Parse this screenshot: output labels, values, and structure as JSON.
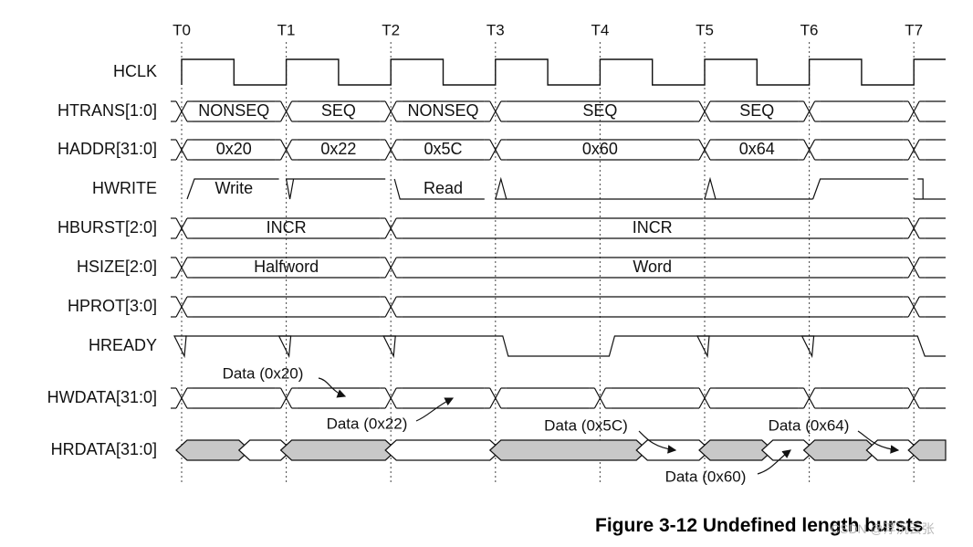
{
  "figure": {
    "caption": "Figure 3-12 Undefined length bursts",
    "watermark": "CSDN @浮沉云张"
  },
  "time_markers": [
    "T0",
    "T1",
    "T2",
    "T3",
    "T4",
    "T5",
    "T6",
    "T7"
  ],
  "signals": [
    {
      "id": "hclk",
      "name": "HCLK",
      "kind": "clock"
    },
    {
      "id": "htrans",
      "name": "HTRANS[1:0]",
      "kind": "bus",
      "transitions": [
        0,
        1,
        2,
        3,
        5,
        6,
        7
      ],
      "segments": [
        {
          "span": [
            0,
            1
          ],
          "label": "NONSEQ"
        },
        {
          "span": [
            1,
            2
          ],
          "label": "SEQ"
        },
        {
          "span": [
            2,
            3
          ],
          "label": "NONSEQ"
        },
        {
          "span": [
            3,
            5
          ],
          "label": "SEQ"
        },
        {
          "span": [
            5,
            6
          ],
          "label": "SEQ"
        },
        {
          "span": [
            6,
            7
          ],
          "label": ""
        }
      ]
    },
    {
      "id": "haddr",
      "name": "HADDR[31:0]",
      "kind": "bus",
      "transitions": [
        0,
        1,
        2,
        3,
        5,
        6,
        7
      ],
      "segments": [
        {
          "span": [
            0,
            1
          ],
          "label": "0x20"
        },
        {
          "span": [
            1,
            2
          ],
          "label": "0x22"
        },
        {
          "span": [
            2,
            3
          ],
          "label": "0x5C"
        },
        {
          "span": [
            3,
            5
          ],
          "label": "0x60"
        },
        {
          "span": [
            5,
            6
          ],
          "label": "0x64"
        },
        {
          "span": [
            6,
            7
          ],
          "label": ""
        }
      ]
    },
    {
      "id": "hwrite",
      "name": "HWRITE",
      "kind": "hwrite",
      "labels": [
        "Write",
        "Read"
      ]
    },
    {
      "id": "hburst",
      "name": "HBURST[2:0]",
      "kind": "bus",
      "transitions": [
        0,
        2,
        7
      ],
      "segments": [
        {
          "span": [
            0,
            2
          ],
          "label": "INCR"
        },
        {
          "span": [
            2,
            7
          ],
          "label": "INCR"
        }
      ]
    },
    {
      "id": "hsize",
      "name": "HSIZE[2:0]",
      "kind": "bus",
      "transitions": [
        0,
        2,
        7
      ],
      "segments": [
        {
          "span": [
            0,
            2
          ],
          "label": "Halfword"
        },
        {
          "span": [
            2,
            7
          ],
          "label": "Word"
        }
      ]
    },
    {
      "id": "hprot",
      "name": "HPROT[3:0]",
      "kind": "bus",
      "transitions": [
        0,
        2,
        7
      ],
      "segments": [
        {
          "span": [
            0,
            2
          ],
          "label": ""
        },
        {
          "span": [
            2,
            7
          ],
          "label": ""
        }
      ]
    },
    {
      "id": "hready",
      "name": "HREADY",
      "kind": "hready"
    },
    {
      "id": "hwdata",
      "name": "HWDATA[31:0]",
      "kind": "bus",
      "transitions": [
        0,
        1,
        2,
        3,
        4,
        5,
        6,
        7
      ],
      "segments": [
        {
          "span": [
            0,
            1
          ],
          "label": ""
        },
        {
          "span": [
            1,
            2
          ],
          "label": ""
        },
        {
          "span": [
            2,
            3
          ],
          "label": ""
        },
        {
          "span": [
            3,
            4
          ],
          "label": ""
        },
        {
          "span": [
            4,
            5
          ],
          "label": ""
        },
        {
          "span": [
            5,
            6
          ],
          "label": ""
        },
        {
          "span": [
            6,
            7
          ],
          "label": ""
        }
      ]
    },
    {
      "id": "hrdata",
      "name": "HRDATA[31:0]",
      "kind": "bus_data",
      "segments": [
        {
          "span": [
            0,
            0.6
          ],
          "fill": "gray"
        },
        {
          "span": [
            0.6,
            1
          ],
          "fill": "white"
        },
        {
          "span": [
            1,
            2
          ],
          "fill": "gray"
        },
        {
          "span": [
            2,
            3
          ],
          "fill": "white"
        },
        {
          "span": [
            3,
            4.4
          ],
          "fill": "gray"
        },
        {
          "span": [
            4.4,
            5
          ],
          "fill": "white"
        },
        {
          "span": [
            5,
            5.6
          ],
          "fill": "gray"
        },
        {
          "span": [
            5.6,
            6
          ],
          "fill": "white"
        },
        {
          "span": [
            6,
            6.6
          ],
          "fill": "gray"
        },
        {
          "span": [
            6.6,
            7
          ],
          "fill": "white"
        },
        {
          "span": [
            7,
            7.3
          ],
          "fill": "gray"
        }
      ]
    }
  ],
  "annotations": [
    {
      "id": "hwdata-0x20",
      "text": "Data (0x20)",
      "row": "hwdata"
    },
    {
      "id": "hwdata-0x22",
      "text": "Data (0x22)",
      "row": "hwdata"
    },
    {
      "id": "hrdata-0x5c",
      "text": "Data (0x5C)",
      "row": "hrdata"
    },
    {
      "id": "hrdata-0x60",
      "text": "Data (0x60)",
      "row": "hrdata"
    },
    {
      "id": "hrdata-0x64",
      "text": "Data (0x64)",
      "row": "hrdata"
    }
  ],
  "colors": {
    "line": "#111111",
    "gray_fill": "#c8c8c8",
    "marker": "#555555"
  }
}
